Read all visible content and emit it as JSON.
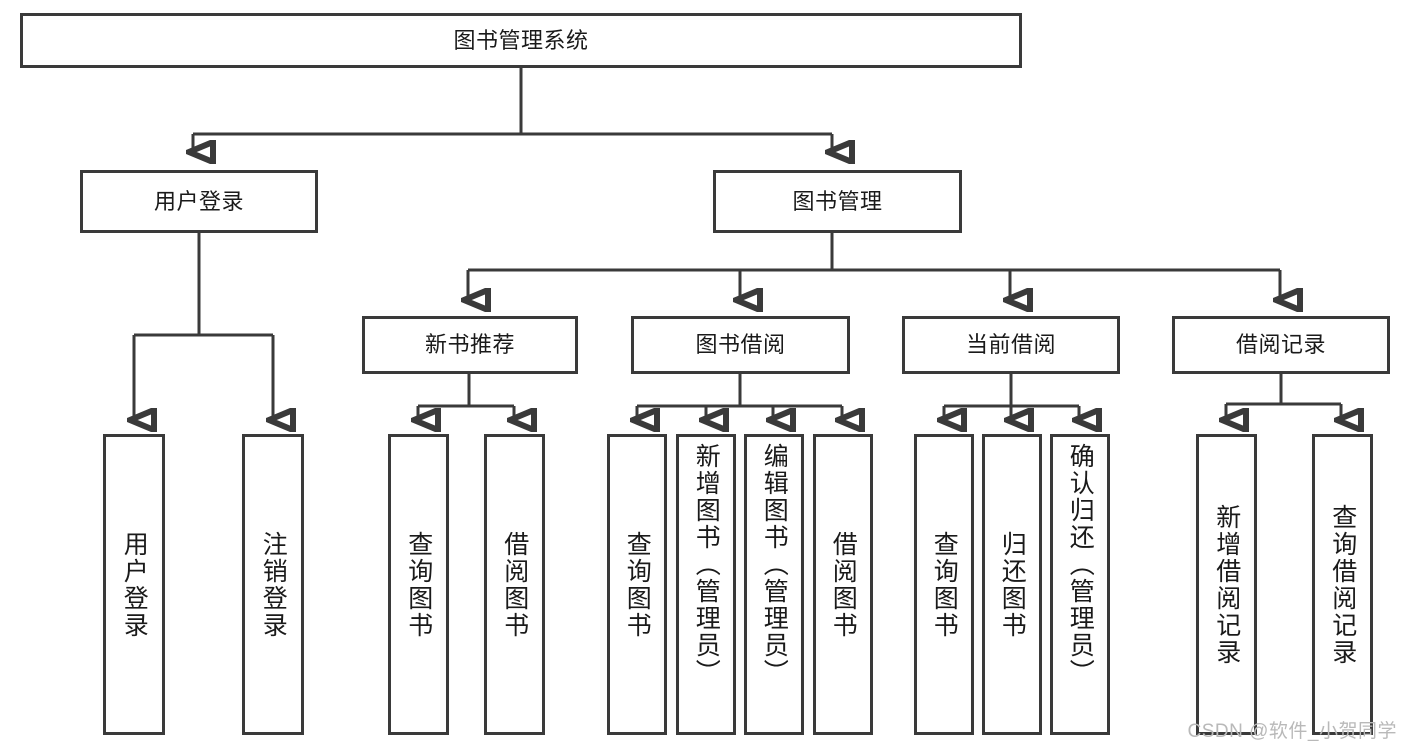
{
  "diagram": {
    "title": "图书管理系统",
    "type": "hierarchy-tree",
    "root": {
      "id": "root",
      "label": "图书管理系统"
    },
    "level1": [
      {
        "id": "user-login",
        "label": "用户登录"
      },
      {
        "id": "book-management",
        "label": "图书管理"
      }
    ],
    "level2": [
      {
        "id": "new-book-recommend",
        "label": "新书推荐",
        "parent": "book-management"
      },
      {
        "id": "book-borrow",
        "label": "图书借阅",
        "parent": "book-management"
      },
      {
        "id": "current-borrow",
        "label": "当前借阅",
        "parent": "book-management"
      },
      {
        "id": "borrow-record",
        "label": "借阅记录",
        "parent": "book-management"
      }
    ],
    "leaves": {
      "user_login": [
        {
          "id": "leaf-user-login",
          "label": "用户登录"
        },
        {
          "id": "leaf-user-logout",
          "label": "注销登录"
        }
      ],
      "new_book_recommend": [
        {
          "id": "leaf-query-book-1",
          "label": "查询图书"
        },
        {
          "id": "leaf-borrow-book-1",
          "label": "借阅图书"
        }
      ],
      "book_borrow": [
        {
          "id": "leaf-query-book-2",
          "label": "查询图书"
        },
        {
          "id": "leaf-add-book",
          "label": "新增图书（管理员）"
        },
        {
          "id": "leaf-edit-book",
          "label": "编辑图书（管理员）"
        },
        {
          "id": "leaf-borrow-book-2",
          "label": "借阅图书"
        }
      ],
      "current_borrow": [
        {
          "id": "leaf-query-book-3",
          "label": "查询图书"
        },
        {
          "id": "leaf-return-book",
          "label": "归还图书"
        },
        {
          "id": "leaf-confirm-return",
          "label": "确认归还（管理员）"
        }
      ],
      "borrow_record": [
        {
          "id": "leaf-add-record",
          "label": "新增借阅记录"
        },
        {
          "id": "leaf-query-record",
          "label": "查询借阅记录"
        }
      ]
    }
  },
  "watermark": {
    "text": "CSDN @软件_小贺同学"
  },
  "colors": {
    "stroke": "#3a3a3a",
    "fill": "#ffffff",
    "text": "#1a1a1a",
    "watermark": "#b9b9b9"
  }
}
